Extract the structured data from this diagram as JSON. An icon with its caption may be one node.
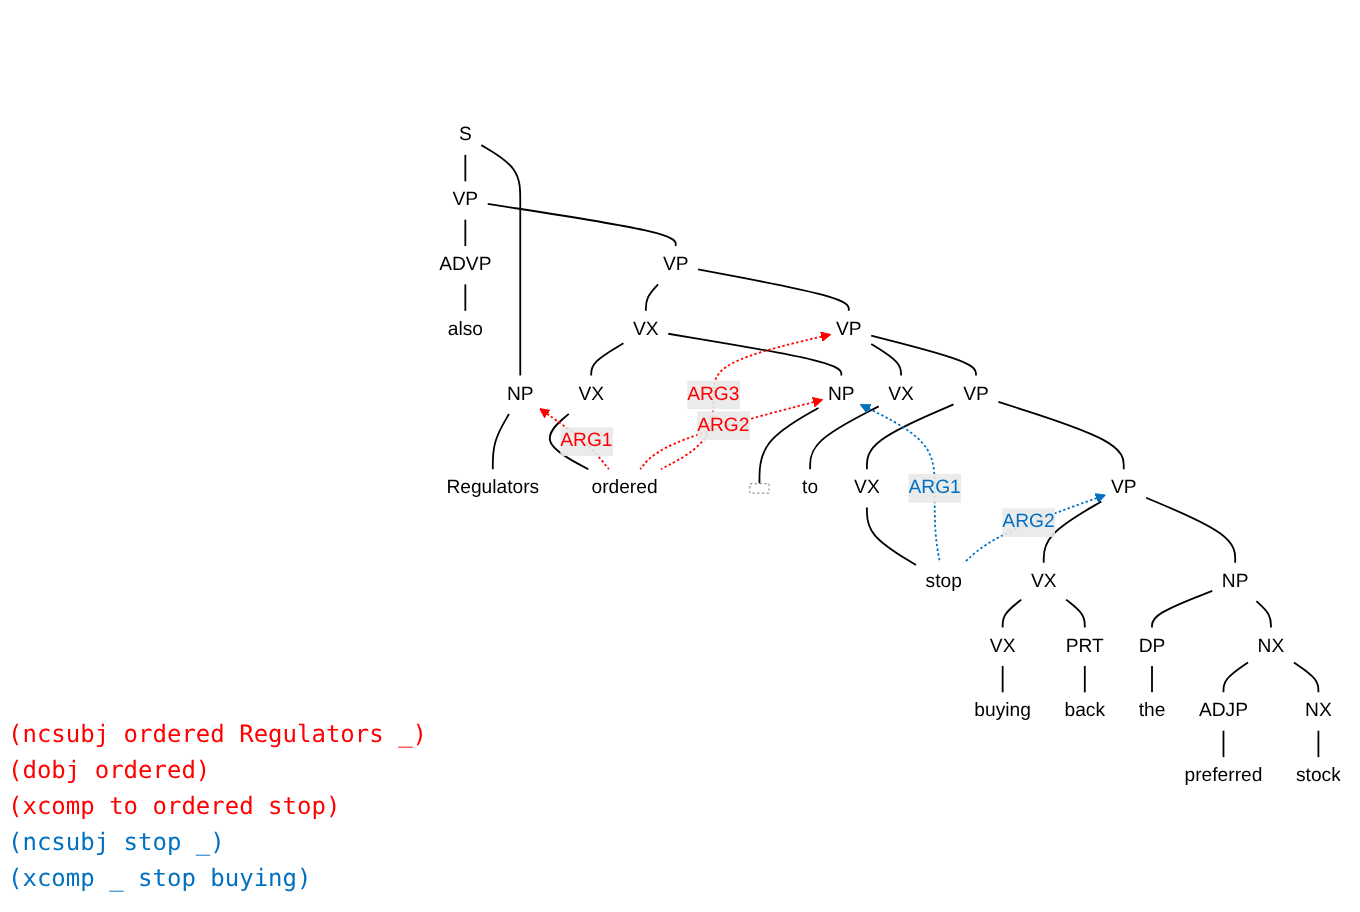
{
  "diagram": {
    "nodes": [
      {
        "text": [
          "S"
        ]
      },
      {
        "text": [
          "NP"
        ]
      },
      {
        "text": [
          "VP"
        ]
      },
      {
        "text": [
          "Regulators"
        ]
      },
      {
        "text": [
          "ADVP"
        ]
      },
      {
        "text": [
          "VP"
        ]
      },
      {
        "text": [
          "also"
        ]
      },
      {
        "text": [
          "VX"
        ]
      },
      {
        "text": [
          "VP"
        ]
      },
      {
        "text": [
          "VX"
        ]
      },
      {
        "text": [
          "NP"
        ]
      },
      {
        "text": [
          "VX"
        ]
      },
      {
        "text": [
          "VP"
        ]
      },
      {
        "text": [
          "ordered"
        ]
      },
      {
        "text": [],
        "shape": "box"
      },
      {
        "text": [
          "to"
        ]
      },
      {
        "text": [
          "VX"
        ]
      },
      {
        "text": [
          "VP"
        ]
      },
      {
        "text": [
          "stop"
        ]
      },
      {
        "text": [
          "VX"
        ]
      },
      {
        "text": [
          "NP"
        ]
      },
      {
        "text": [
          "VX"
        ]
      },
      {
        "text": [
          "PRT"
        ]
      },
      {
        "text": [
          "DP"
        ]
      },
      {
        "text": [
          "NX"
        ]
      },
      {
        "text": [
          "buying"
        ]
      },
      {
        "text": [
          "back"
        ]
      },
      {
        "text": [
          "the"
        ]
      },
      {
        "text": [
          "ADJP"
        ]
      },
      {
        "text": [
          "NX"
        ]
      },
      {
        "text": [
          "preferred"
        ]
      },
      {
        "text": [
          "stock"
        ]
      }
    ],
    "edges": [
      {
        "from": 0,
        "to": 1,
        "arrow": "none"
      },
      {
        "from": 0,
        "to": 2,
        "arrow": "none"
      },
      {
        "from": 1,
        "to": 3,
        "arrow": "none"
      },
      {
        "from": 2,
        "to": 4,
        "arrow": "none"
      },
      {
        "from": 2,
        "to": 5,
        "arrow": "none"
      },
      {
        "from": 4,
        "to": 6,
        "arrow": "none"
      },
      {
        "from": 5,
        "to": 7,
        "arrow": "none"
      },
      {
        "from": 5,
        "to": 8,
        "arrow": "none"
      },
      {
        "from": 7,
        "to": 9,
        "arrow": "none"
      },
      {
        "from": 7,
        "to": 10,
        "arrow": "none"
      },
      {
        "from": 8,
        "to": 11,
        "arrow": "none"
      },
      {
        "from": 8,
        "to": 12,
        "arrow": "none"
      },
      {
        "from": 9,
        "to": 13,
        "arrow": "none"
      },
      {
        "from": 10,
        "to": 14,
        "arrow": "none"
      },
      {
        "from": 11,
        "to": 15,
        "arrow": "none"
      },
      {
        "from": 12,
        "to": 16,
        "arrow": "none"
      },
      {
        "from": 12,
        "to": 17,
        "arrow": "none"
      },
      {
        "from": 16,
        "to": 18,
        "arrow": "none"
      },
      {
        "from": 17,
        "to": 19,
        "arrow": "none"
      },
      {
        "from": 17,
        "to": 20,
        "arrow": "none"
      },
      {
        "from": 19,
        "to": 21,
        "arrow": "none"
      },
      {
        "from": 19,
        "to": 22,
        "arrow": "none"
      },
      {
        "from": 20,
        "to": 23,
        "arrow": "none"
      },
      {
        "from": 20,
        "to": 24,
        "arrow": "none"
      },
      {
        "from": 21,
        "to": 25,
        "arrow": "none"
      },
      {
        "from": 22,
        "to": 26,
        "arrow": "none"
      },
      {
        "from": 23,
        "to": 27,
        "arrow": "none"
      },
      {
        "from": 24,
        "to": 28,
        "arrow": "none"
      },
      {
        "from": 24,
        "to": 29,
        "arrow": "none"
      },
      {
        "from": 28,
        "to": 30,
        "arrow": "none"
      },
      {
        "from": 29,
        "to": 31,
        "arrow": "none"
      },
      {
        "from": 13,
        "to": 1,
        "arrow": "to",
        "label": "ARG1",
        "style": "dashed",
        "color": "#ff0000"
      },
      {
        "from": 13,
        "to": 10,
        "arrow": "to",
        "label": "ARG2",
        "style": "dashed",
        "color": "#ff0000"
      },
      {
        "from": 13,
        "to": 8,
        "arrow": "to",
        "label": "ARG3",
        "style": "dashed",
        "color": "#ff0000"
      },
      {
        "from": 18,
        "to": 10,
        "arrow": "to",
        "label": "ARG1",
        "style": "dashed",
        "color": "#0070c0"
      },
      {
        "from": 18,
        "to": 17,
        "arrow": "to",
        "label": "ARG2",
        "style": "dashed",
        "color": "#0070c0"
      }
    ],
    "labels": [
      "(ncsubj ordered Regulators _)",
      "(dobj ordered)",
      "(xcomp to ordered stop)",
      "(ncsubj stop _)",
      "(xcomp _ stop buying)"
    ]
  }
}
